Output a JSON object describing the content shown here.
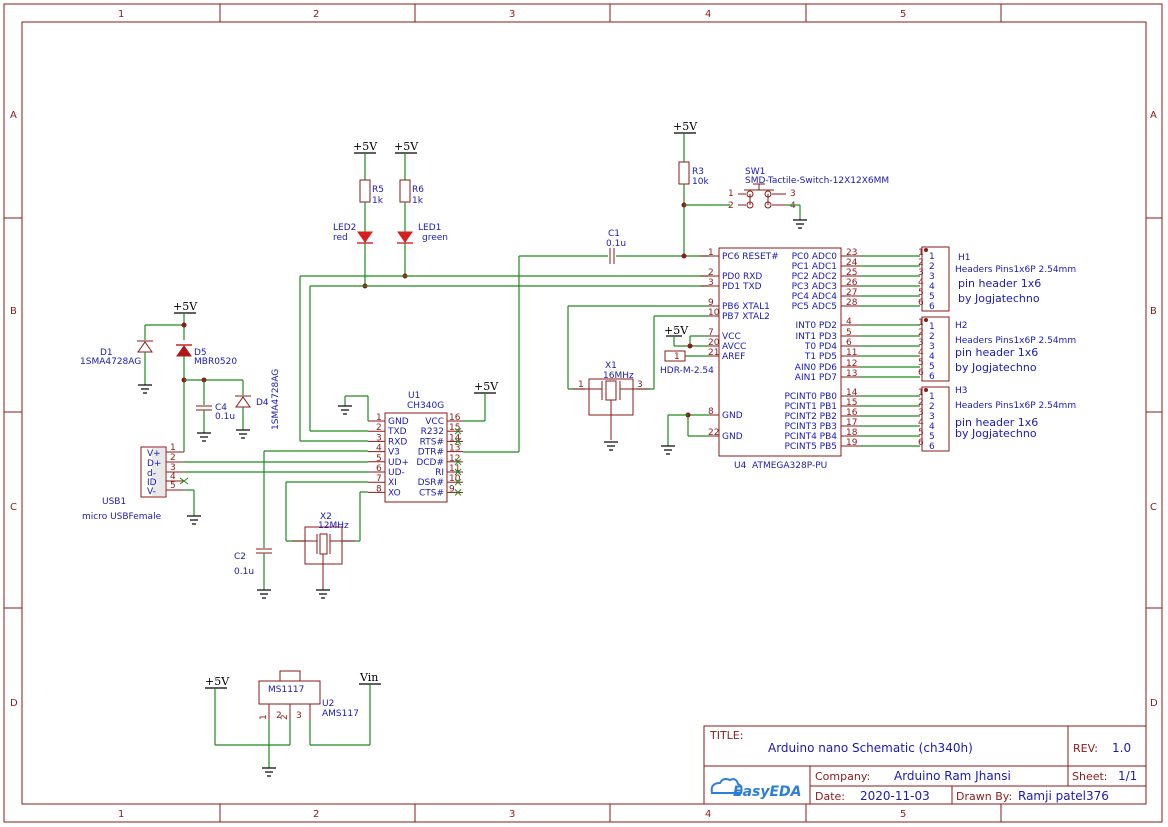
{
  "frame": {
    "columns": [
      "1",
      "2",
      "3",
      "4",
      "5"
    ],
    "rows": [
      "A",
      "B",
      "C",
      "D"
    ]
  },
  "power": {
    "vcc": "+5V",
    "vin": "Vin"
  },
  "components": {
    "r5": {
      "ref": "R5",
      "val": "1k"
    },
    "r6": {
      "ref": "R6",
      "val": "1k"
    },
    "r3": {
      "ref": "R3",
      "val": "10k"
    },
    "led2": {
      "ref": "LED2",
      "val": "red"
    },
    "led1": {
      "ref": "LED1",
      "val": "green"
    },
    "c1": {
      "ref": "C1",
      "val": "0.1u"
    },
    "c2": {
      "ref": "C2",
      "val": "0.1u"
    },
    "c4": {
      "ref": "C4",
      "val": "0.1u"
    },
    "sw1": {
      "ref": "SW1",
      "val": "SMD-Tactile-Switch-12X12X6MM"
    },
    "d1": {
      "ref": "D1",
      "val": "1SMA4728AG"
    },
    "d5": {
      "ref": "D5",
      "val": "MBR0520"
    },
    "d4": {
      "ref": "D4",
      "val": "1SMA4728AG"
    },
    "usb1": {
      "ref": "USB1",
      "val": "micro USBFemale",
      "pins": [
        "V+",
        "D+",
        "d-",
        "ID",
        "V-"
      ],
      "nums": [
        "1",
        "2",
        "3",
        "4",
        "5"
      ]
    },
    "u1": {
      "ref": "U1",
      "val": "CH340G",
      "left": [
        "GND",
        "TXD",
        "RXD",
        "V3",
        "UD+",
        "UD-",
        "XI",
        "XO"
      ],
      "leftnums": [
        "1",
        "2",
        "3",
        "4",
        "5",
        "6",
        "7",
        "8"
      ],
      "right": [
        "VCC",
        "R232",
        "RTS#",
        "DTR#",
        "DCD#",
        "RI",
        "DSR#",
        "CTS#"
      ],
      "rightnums": [
        "16",
        "15",
        "14",
        "13",
        "12",
        "11",
        "10",
        "9"
      ]
    },
    "x2": {
      "ref": "X2",
      "val": "12MHz"
    },
    "x1": {
      "ref": "X1",
      "val": "16MHz"
    },
    "u4": {
      "ref": "U4",
      "val": "ATMEGA328P-PU",
      "left": [
        "PC6 RESET#",
        "PD0 RXD",
        "PD1 TXD",
        "PB6 XTAL1",
        "PB7 XTAL2",
        "VCC",
        "AVCC",
        "AREF",
        "GND",
        "GND"
      ],
      "leftnums": [
        "1",
        "2",
        "3",
        "9",
        "10",
        "7",
        "20",
        "21",
        "8",
        "22"
      ],
      "right": [
        "PC0 ADC0",
        "PC1 ADC1",
        "PC2 ADC2",
        "PC3 ADC3",
        "PC4 ADC4",
        "PC5 ADC5",
        "INT0 PD2",
        "INT1 PD3",
        "T0 PD4",
        "T1 PD5",
        "AIN0 PD6",
        "AIN1 PD7",
        "PCINT0 PB0",
        "PCINT1 PB1",
        "PCINT2 PB2",
        "PCINT3 PB3",
        "PCINT4 PB4",
        "PCINT5 PB5"
      ],
      "rightnums": [
        "23",
        "24",
        "25",
        "26",
        "27",
        "28",
        "4",
        "5",
        "6",
        "11",
        "12",
        "13",
        "14",
        "15",
        "16",
        "17",
        "18",
        "19"
      ]
    },
    "hdr": {
      "val": "HDR-M-2.54",
      "pin": "1"
    },
    "h1": {
      "ref": "H1",
      "val": "Headers  Pins1x6P 2.54mm",
      "d1": "pin header 1x6",
      "d2": "by Jogjatechno"
    },
    "h2": {
      "ref": "H2",
      "val": "Headers  Pins1x6P 2.54mm",
      "d1": "pin header 1x6",
      "d2": "by Jogjatechno"
    },
    "h3": {
      "ref": "H3",
      "val": "Headers  Pins1x6P 2.54mm",
      "d1": "pin header 1x6",
      "d2": "by Jogjatechno"
    },
    "header_pins": [
      "1",
      "2",
      "3",
      "4",
      "5",
      "6"
    ],
    "u2": {
      "ref": "U2",
      "val": "AMS117",
      "chip": "MS1117",
      "pins": [
        "1",
        "2",
        "3"
      ]
    }
  },
  "title_block": {
    "title_label": "TITLE:",
    "title": "Arduino nano Schematic (ch340h)",
    "rev_label": "REV:",
    "rev": "1.0",
    "company_label": "Company:",
    "company": "Arduino Ram Jhansi",
    "sheet_label": "Sheet:",
    "sheet": "1/1",
    "date_label": "Date:",
    "date": "2020-11-03",
    "drawn_label": "Drawn By:",
    "drawn": "Ramji patel376",
    "logo": "EasyEDA"
  }
}
